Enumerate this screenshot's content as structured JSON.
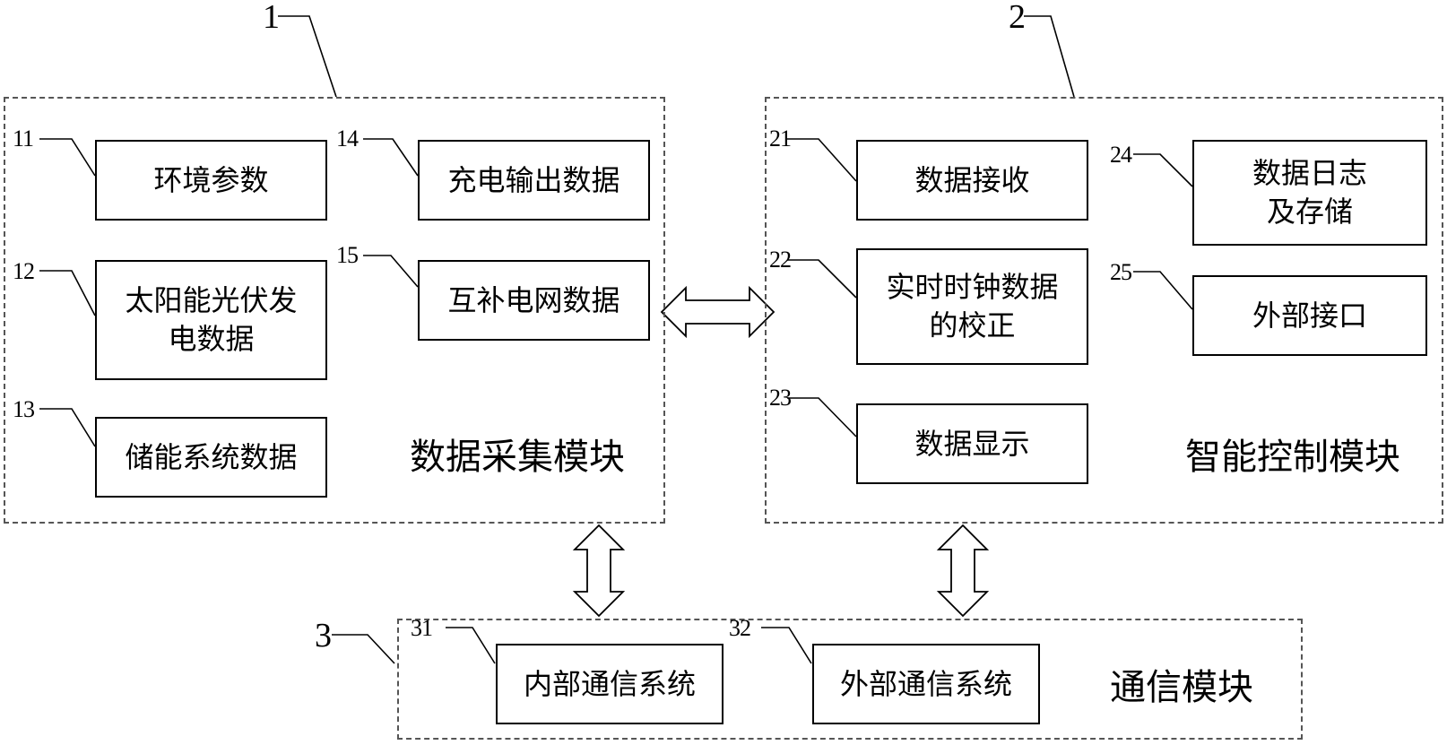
{
  "modules": {
    "acquisition": {
      "ref": "1",
      "title": "数据采集模块",
      "items": [
        {
          "ref": "11",
          "label": "环境参数"
        },
        {
          "ref": "12",
          "label": "太阳能光伏发\n电数据"
        },
        {
          "ref": "13",
          "label": "储能系统数据"
        },
        {
          "ref": "14",
          "label": "充电输出数据"
        },
        {
          "ref": "15",
          "label": "互补电网数据"
        }
      ]
    },
    "control": {
      "ref": "2",
      "title": "智能控制模块",
      "items": [
        {
          "ref": "21",
          "label": "数据接收"
        },
        {
          "ref": "22",
          "label": "实时时钟数据\n的校正"
        },
        {
          "ref": "23",
          "label": "数据显示"
        },
        {
          "ref": "24",
          "label": "数据日志\n及存储"
        },
        {
          "ref": "25",
          "label": "外部接口"
        }
      ]
    },
    "communication": {
      "ref": "3",
      "title": "通信模块",
      "items": [
        {
          "ref": "31",
          "label": "内部通信系统"
        },
        {
          "ref": "32",
          "label": "外部通信系统"
        }
      ]
    }
  }
}
